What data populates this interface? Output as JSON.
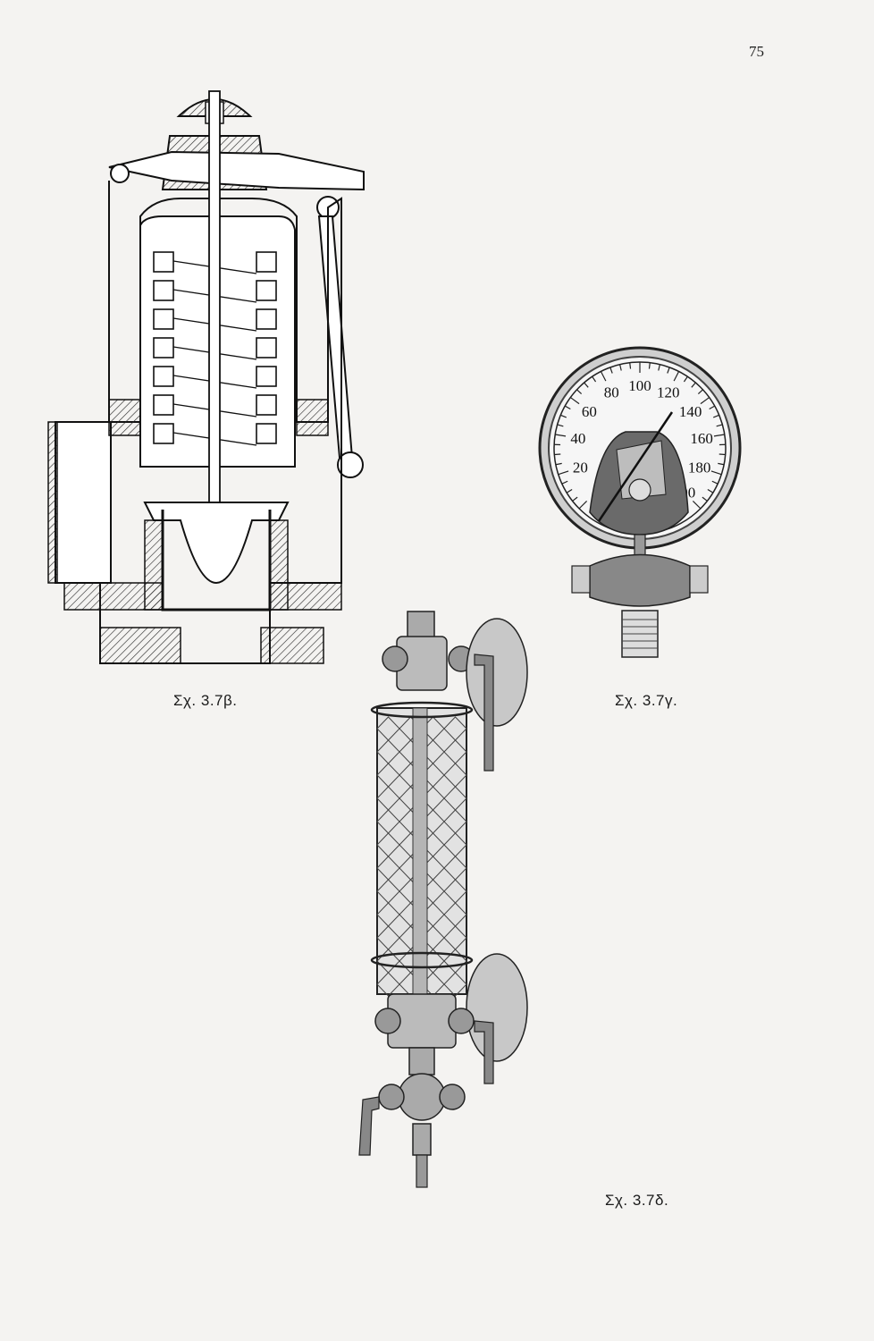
{
  "page": {
    "number": "75"
  },
  "figures": [
    {
      "id": "fig-3-7b",
      "caption": "Σχ. 3.7β."
    },
    {
      "id": "fig-3-7g",
      "caption": "Σχ. 3.7γ."
    },
    {
      "id": "fig-3-7d",
      "caption": "Σχ. 3.7δ."
    }
  ],
  "gauge": {
    "scale": [
      "20",
      "40",
      "60",
      "80",
      "100",
      "120",
      "140",
      "160",
      "180",
      "200"
    ]
  }
}
